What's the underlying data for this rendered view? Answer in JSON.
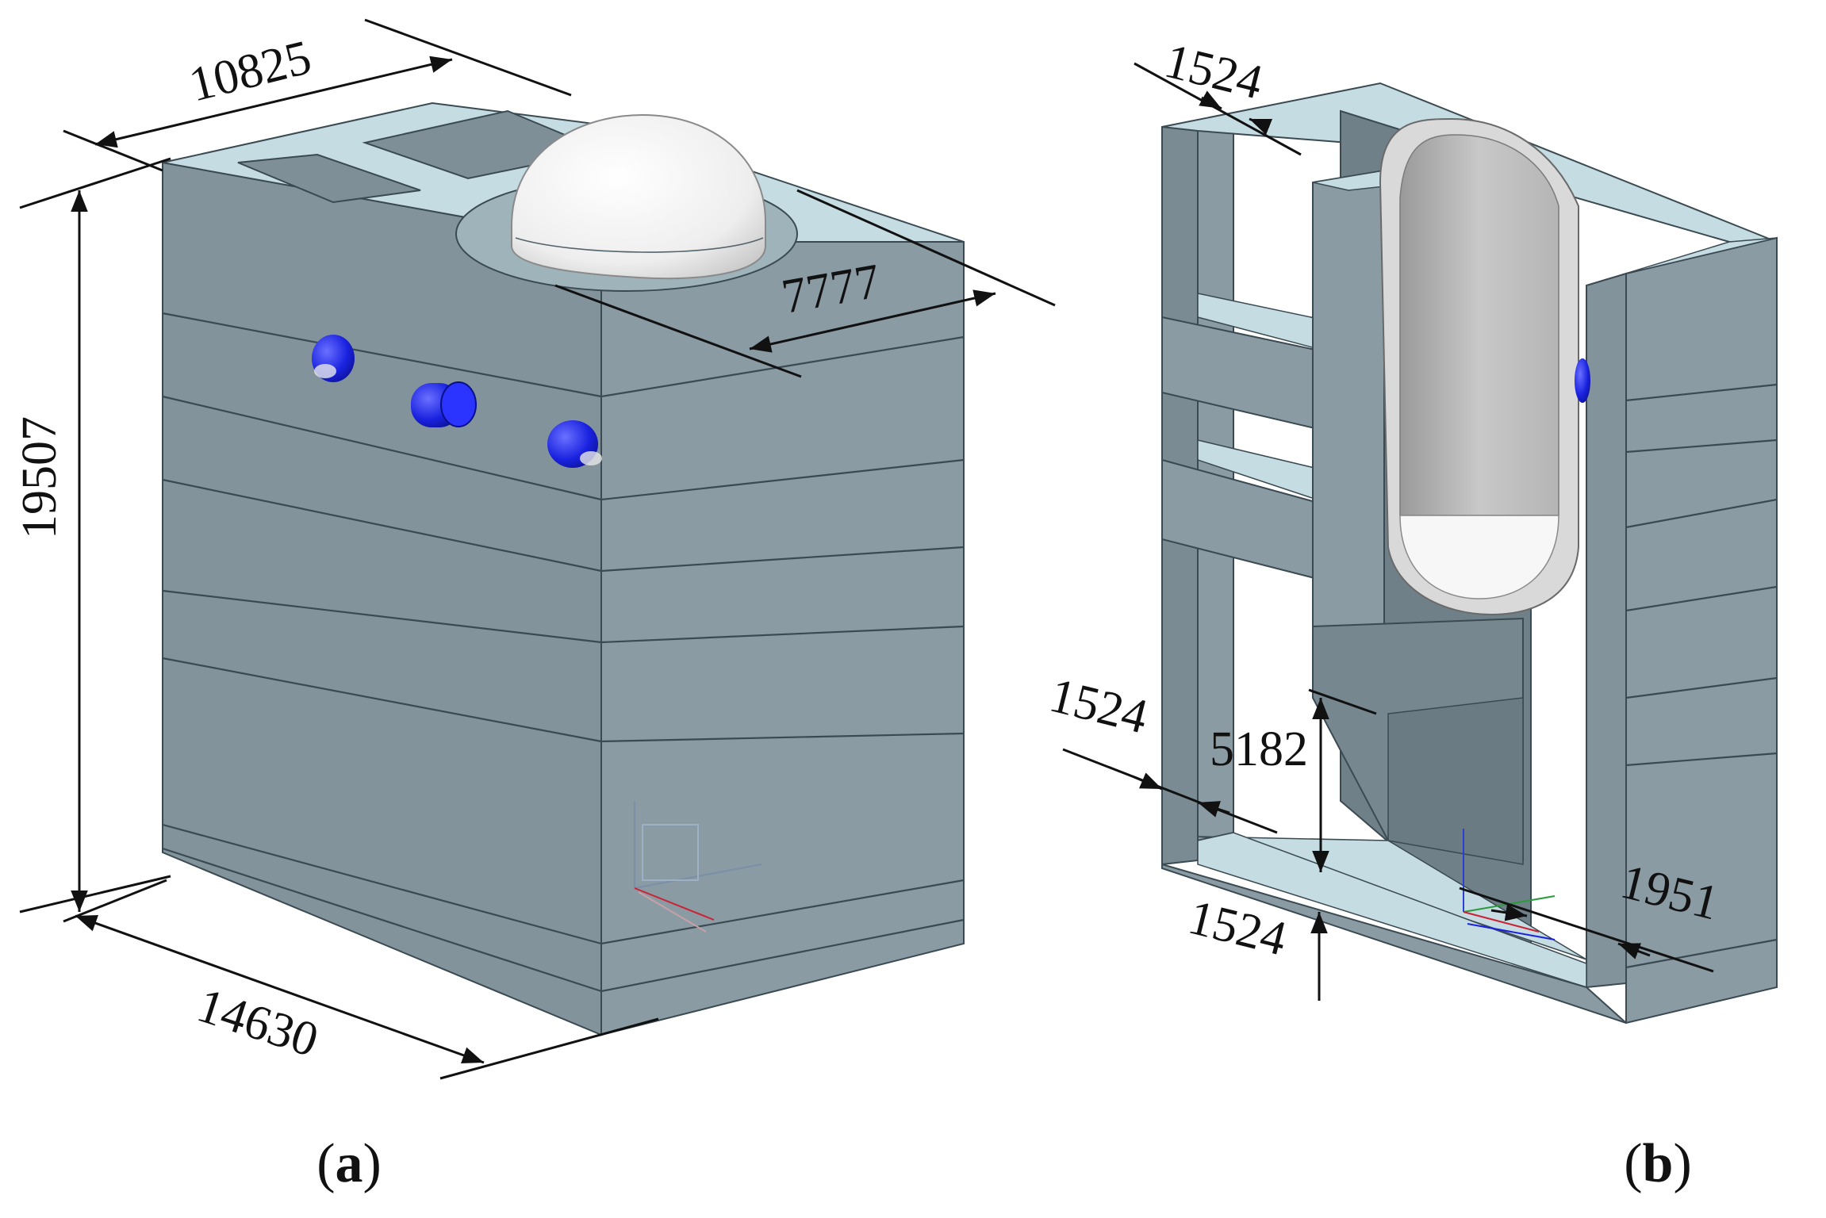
{
  "figure": {
    "panel_a": {
      "caption": {
        "open": "(",
        "letter": "a",
        "close": ")"
      },
      "dimensions": {
        "width_top": "10825",
        "depth_bottom": "14630",
        "height": "19507",
        "cavity": "7777"
      }
    },
    "panel_b": {
      "caption": {
        "open": "(",
        "letter": "b",
        "close": ")"
      },
      "dimensions": {
        "top_wall": "1524",
        "side_wall": "1524",
        "floor": "1524",
        "pit_height": "5182",
        "inner_wall": "1951"
      }
    },
    "colors": {
      "concrete_front": "#82939b",
      "concrete_side": "#8a9ba3",
      "concrete_top": "#c5dde2",
      "vessel": "#f2f2f2",
      "penetration": "#1a22e0"
    }
  }
}
